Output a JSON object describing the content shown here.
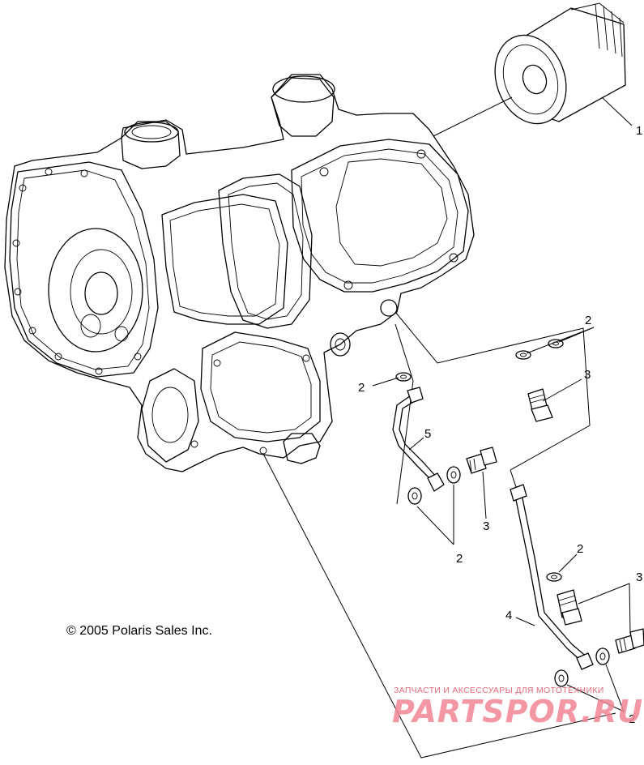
{
  "copyright": "© 2005 Polaris Sales Inc.",
  "watermark": {
    "tagline": "ЗАПЧАСТИ И АКСЕССУАРЫ ДЛЯ МОТОТЕХНИКИ",
    "brand": "PARTSPOR.RU",
    "color": "#f08594"
  },
  "callouts": [
    {
      "id": "filter",
      "label": "1"
    },
    {
      "id": "washer-upper-right",
      "label": "2"
    },
    {
      "id": "bolt-upper-right",
      "label": "3"
    },
    {
      "id": "washer-upper-left",
      "label": "2"
    },
    {
      "id": "oil-line-short",
      "label": "5"
    },
    {
      "id": "bolt-middle",
      "label": "3"
    },
    {
      "id": "washers-lower-left",
      "label": "2"
    },
    {
      "id": "washer-lower-right",
      "label": "2"
    },
    {
      "id": "bolts-lower-right",
      "label": "3"
    },
    {
      "id": "oil-line-long",
      "label": "4"
    },
    {
      "id": "washers-bottom",
      "label": "2"
    }
  ]
}
